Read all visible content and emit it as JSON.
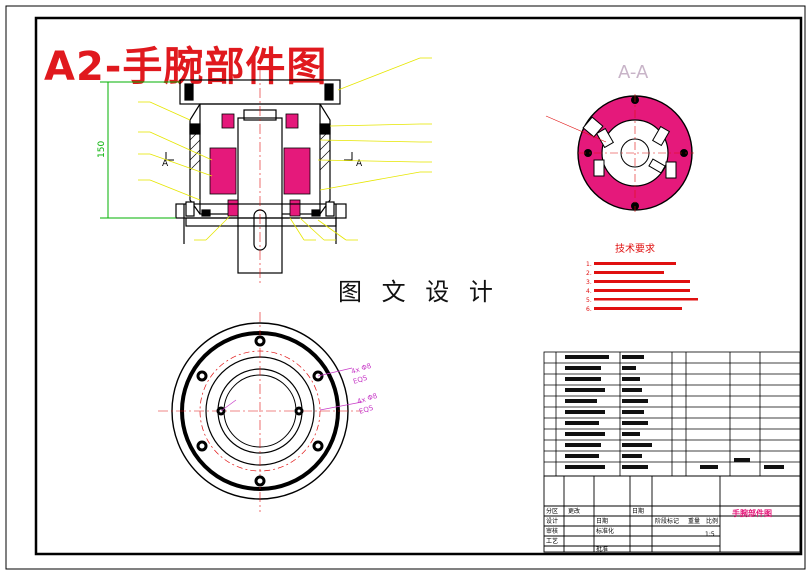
{
  "drawing": {
    "title": "A2-手腕部件图",
    "watermark": "图 文 设 计",
    "section_label": "A-A",
    "dimension_value": "150",
    "section_marks": [
      "A",
      "A"
    ],
    "colors": {
      "frame": "#000000",
      "title": "#e0191e",
      "leader": "#e6e600",
      "dimension": "#00b000",
      "centerline": "#e01010",
      "section_fill": "#e5197b",
      "annotation": "#c83cc8"
    }
  },
  "tech_requirements": {
    "title": "技术要求",
    "lines": [
      "1.",
      "2.",
      "3.",
      "4.",
      "5.",
      "6."
    ]
  },
  "title_block": {
    "part_name": "手腕部件图",
    "scale": "1:5",
    "headers": [
      "分区",
      "更改",
      "日期",
      "设计",
      "日期",
      "标准化",
      "阶段标记",
      "重量",
      "比例",
      "审核",
      "工艺",
      "批准"
    ]
  },
  "annotations": {
    "hole_callouts": [
      "4x Φ8",
      "EQS",
      "4x Φ8",
      "EQS"
    ]
  }
}
